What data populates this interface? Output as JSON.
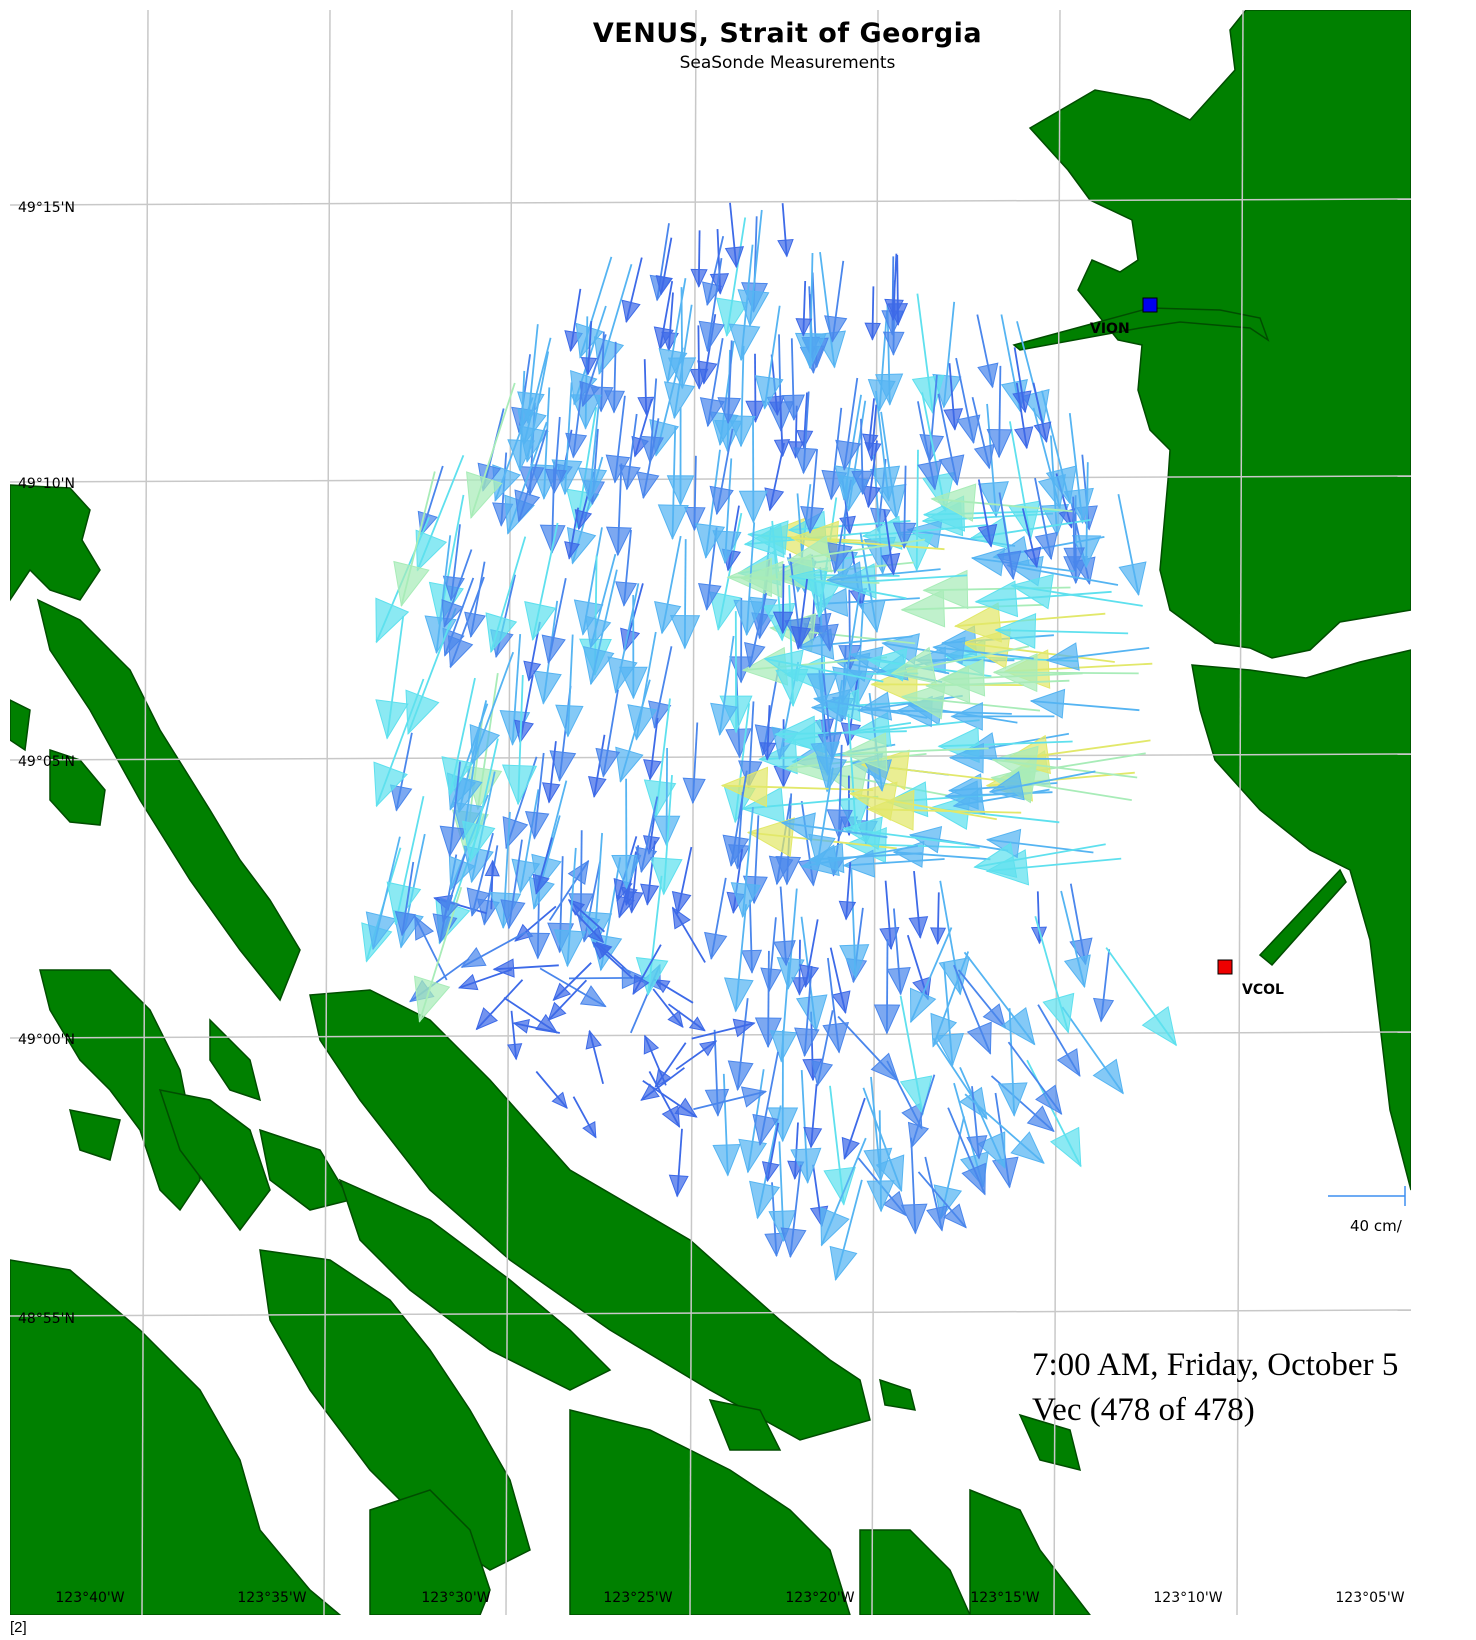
{
  "map": {
    "title": "VENUS, Strait of Georgia",
    "subtitle": "SeaSonde Measurements",
    "latitude_labels": [
      "49°15'N",
      "49°10'N",
      "49°05'N",
      "49°00'N",
      "48°55'N"
    ],
    "longitude_labels": [
      "123°40'W",
      "123°35'W",
      "123°30'W",
      "123°25'W",
      "123°20'W",
      "123°15'W",
      "123°10'W",
      "123°05'W"
    ],
    "sites": [
      {
        "id": "VION",
        "label": "VION",
        "color": "#0000ee"
      },
      {
        "id": "VCOL",
        "label": "VCOL",
        "color": "#ee0000"
      }
    ],
    "scale_label": "40 cm/",
    "timestamp": "7:00 AM, Friday, October 5",
    "vector_count": "Vec (478 of 478)",
    "land_color": "#008000",
    "grid_color": "#c8c8c8"
  },
  "footnote": "[2]"
}
